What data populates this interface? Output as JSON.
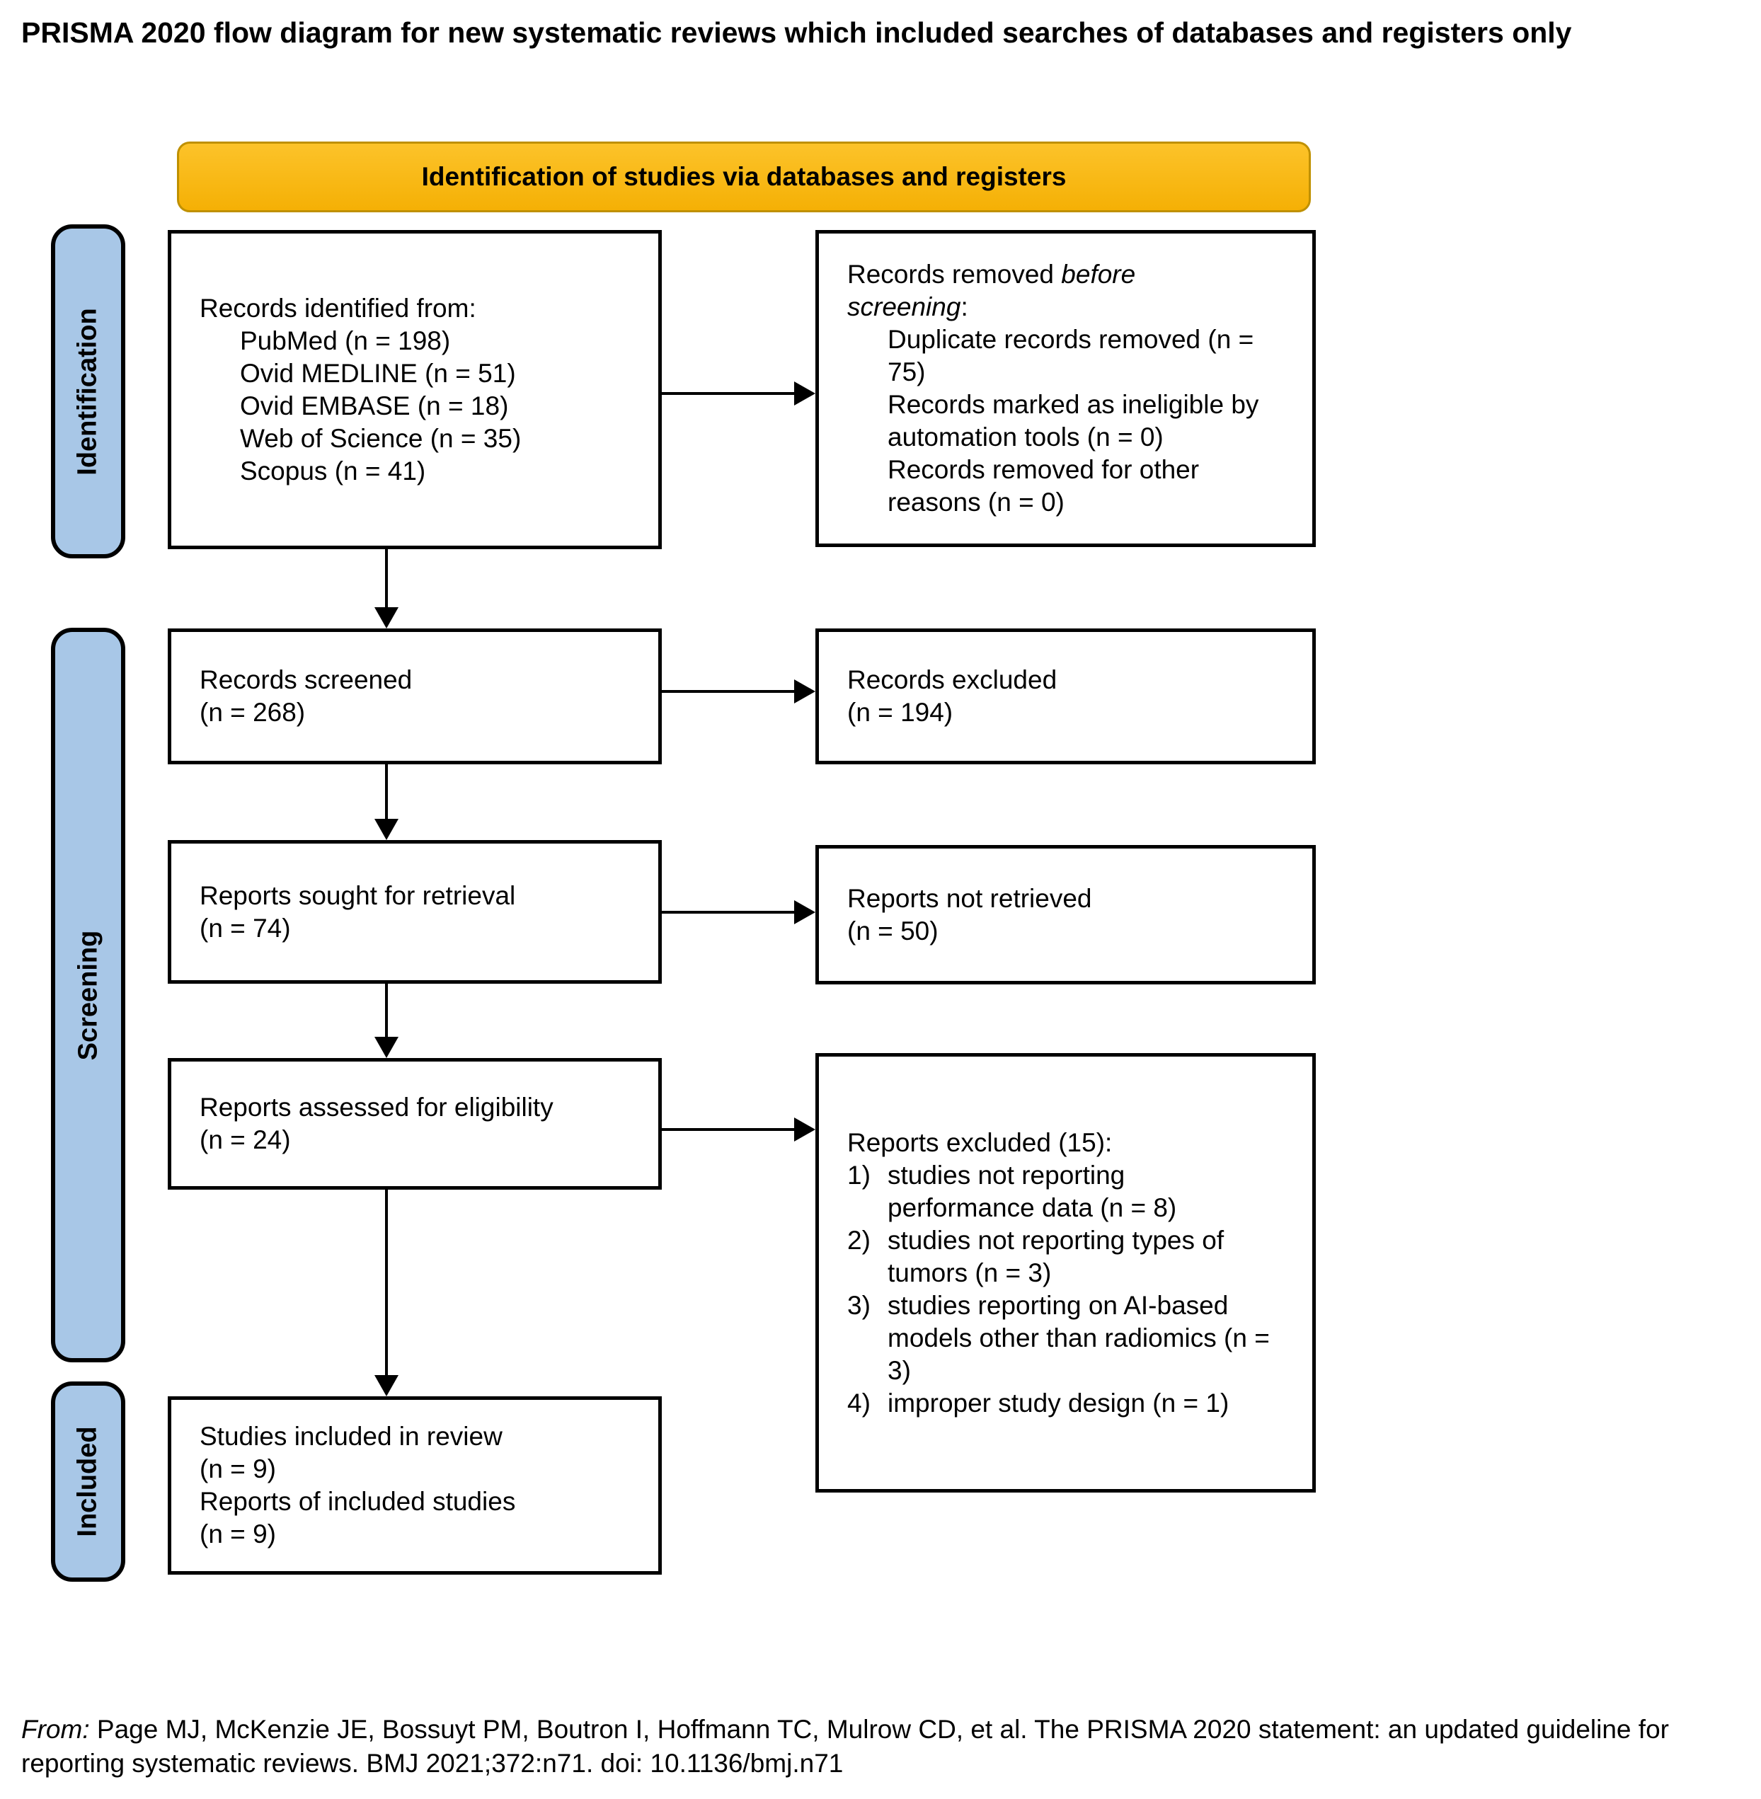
{
  "title": "PRISMA 2020 flow diagram for new systematic reviews which included searches of databases and registers only",
  "banner": {
    "label": "Identification of studies via databases and registers"
  },
  "sidebar": {
    "identification": "Identification",
    "screening": "Screening",
    "included": "Included"
  },
  "boxes": {
    "records_identified": {
      "intro": "Records identified from:",
      "items": [
        "PubMed (n = 198)",
        "Ovid MEDLINE (n = 51)",
        "Ovid EMBASE (n = 18)",
        "Web of Science (n = 35)",
        "Scopus (n = 41)"
      ]
    },
    "records_removed": {
      "intro_prefix": "Records removed ",
      "intro_italic": "before screening",
      "intro_suffix": ":",
      "items": [
        "Duplicate records removed (n = 75)",
        "Records marked as ineligible by automation tools (n = 0)",
        "Records removed for other reasons (n = 0)"
      ]
    },
    "records_screened": {
      "lines": [
        "Records screened",
        "(n = 268)"
      ]
    },
    "records_excluded": {
      "lines": [
        "Records excluded",
        "(n = 194)"
      ]
    },
    "reports_sought": {
      "lines": [
        "Reports sought for retrieval",
        "(n = 74)"
      ]
    },
    "reports_not_retrieved": {
      "lines": [
        "Reports not retrieved",
        "(n = 50)"
      ]
    },
    "reports_assessed": {
      "lines": [
        "Reports assessed for eligibility",
        "(n = 24)"
      ]
    },
    "reports_excluded": {
      "intro": "Reports excluded (15):",
      "items": [
        {
          "num": "1)",
          "text": "studies not reporting performance data (n = 8)"
        },
        {
          "num": "2)",
          "text": "studies not reporting types of tumors (n = 3)"
        },
        {
          "num": "3)",
          "text": "studies reporting on AI-based models other than radiomics (n = 3)"
        },
        {
          "num": "4)",
          "text": "improper study design (n = 1)"
        }
      ]
    },
    "studies_included": {
      "lines": [
        "Studies included in review",
        "(n = 9)",
        "Reports of included studies",
        "(n = 9)"
      ]
    }
  },
  "footer": {
    "prefix_italic": "From:",
    "text": "  Page MJ, McKenzie JE, Bossuyt PM, Boutron I, Hoffmann TC, Mulrow CD, et al. The PRISMA 2020 statement: an updated guideline for reporting systematic reviews. BMJ 2021;372:n71. doi: 10.1136/bmj.n71"
  },
  "colors": {
    "banner_fill": "#F9BA12",
    "banner_border": "#BF9000",
    "sidebar_fill": "#A8C7E7",
    "box_border": "#000000",
    "background": "#FFFFFF",
    "text": "#000000"
  }
}
